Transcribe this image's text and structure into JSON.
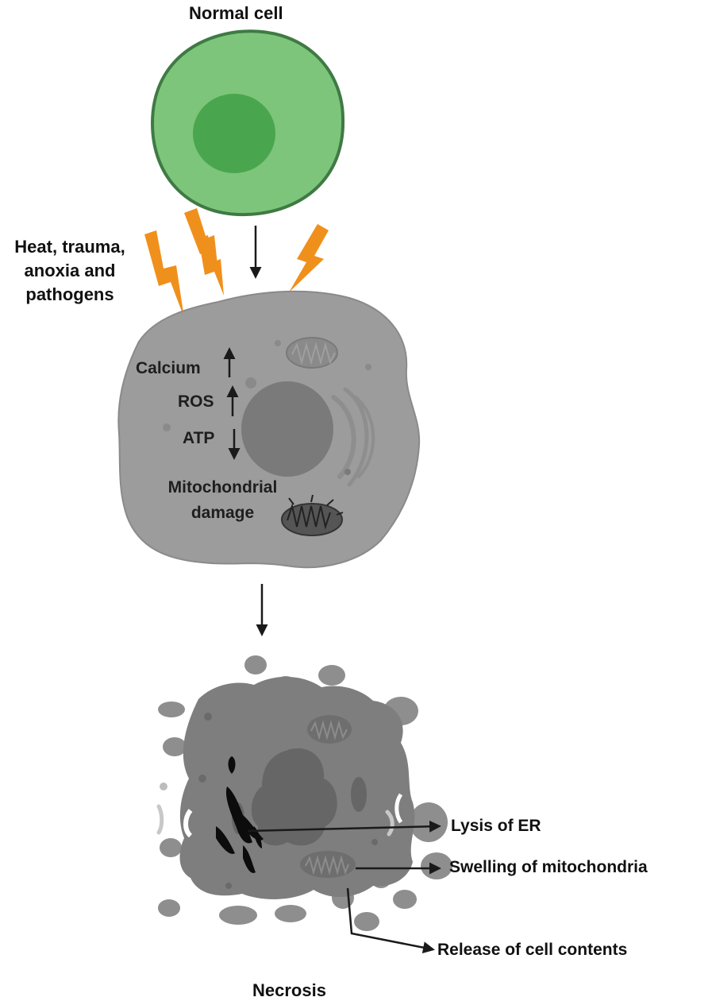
{
  "labels": {
    "normal_cell": "Normal cell",
    "cause_line1": "Heat, trauma,",
    "cause_line2": "anoxia and",
    "cause_line3": "pathogens",
    "calcium": "Calcium",
    "ros": "ROS",
    "atp": "ATP",
    "mito_line1": "Mitochondrial",
    "mito_line2": "damage",
    "lysis_er": "Lysis of ER",
    "swelling": "Swelling of mitochondria",
    "release": "Release of cell contents",
    "necrosis": "Necrosis"
  },
  "indicators": {
    "calcium": "up",
    "ros": "up",
    "atp": "down"
  },
  "colors": {
    "normal_cell_fill": "#7dc57a",
    "normal_cell_stroke": "#3f7a44",
    "normal_nucleus": "#49a64e",
    "damaged_cell": "#9c9c9c",
    "damaged_nucleus": "#7a7a7a",
    "necrotic_cell": "#7e7e7e",
    "lightning": "#f0901c",
    "arrow": "#1a1a1a"
  },
  "icons": [
    "lightning-bolt-icon",
    "down-arrow-icon",
    "up-arrow-icon",
    "mitochondrion-icon"
  ]
}
